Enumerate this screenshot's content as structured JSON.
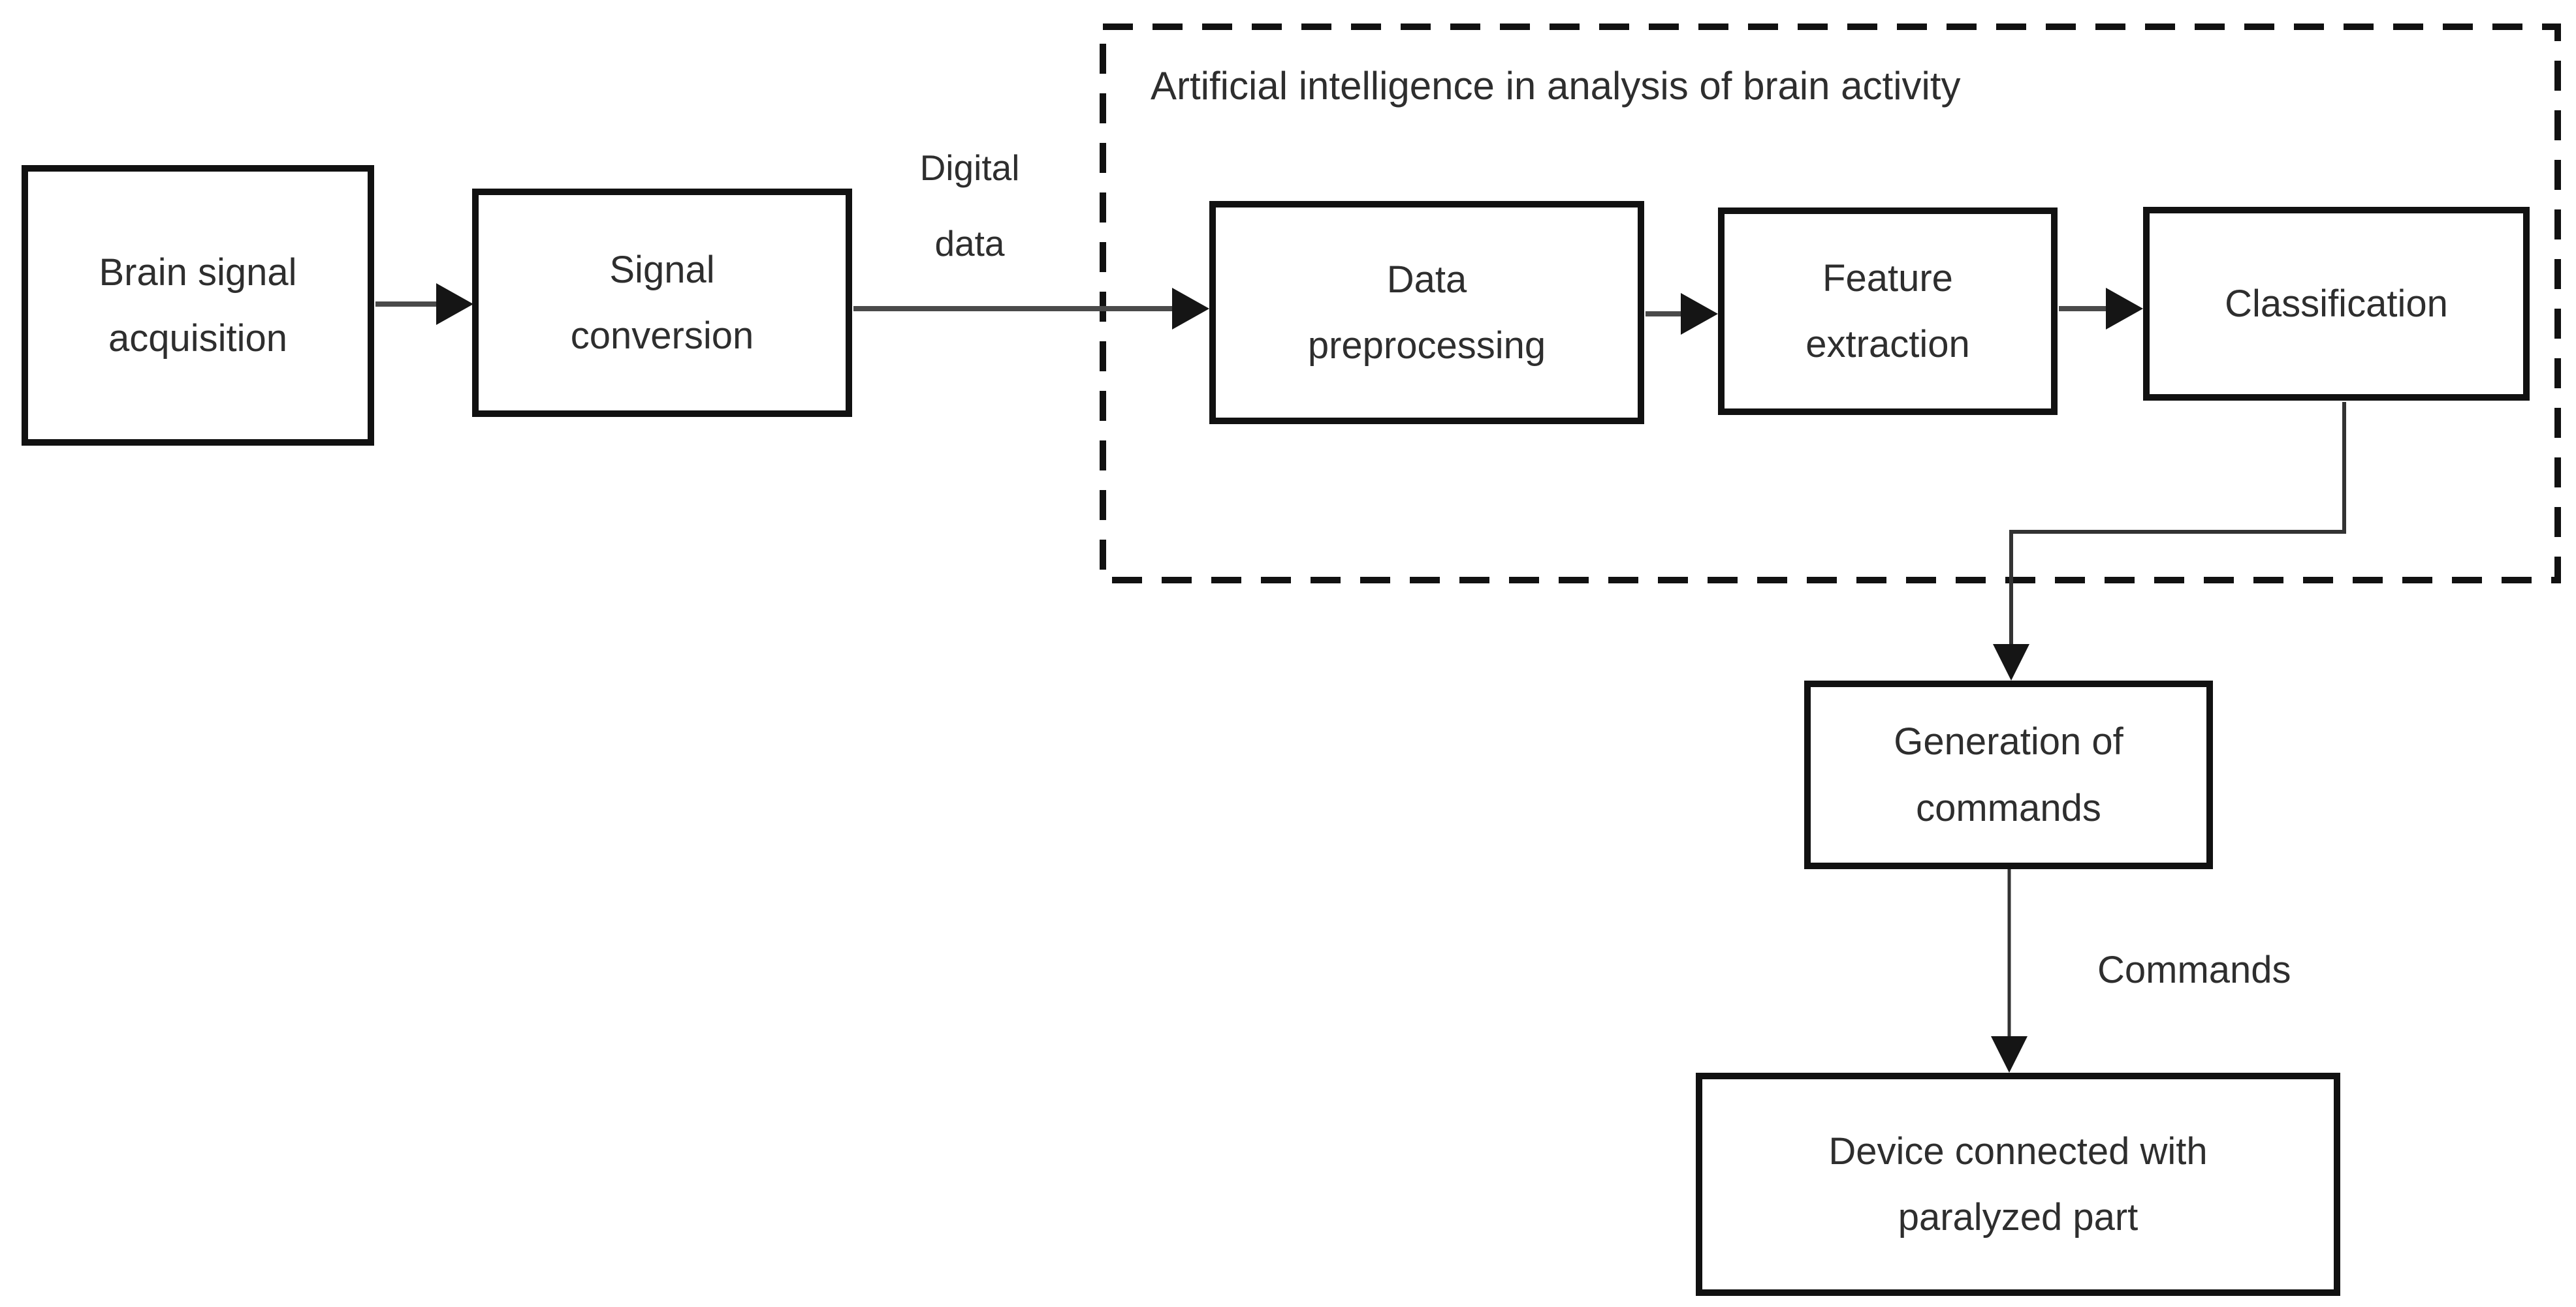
{
  "diagram": {
    "background": "#ffffff",
    "container": {
      "title": "Artificial intelligence in analysis of brain activity",
      "border_style": "dashed",
      "border_color": "#111111"
    },
    "boxes": [
      {
        "id": "brain-signal-acquisition",
        "label": "Brain signal acquisition"
      },
      {
        "id": "signal-conversion",
        "label": "Signal conversion"
      },
      {
        "id": "data-preprocessing",
        "label": "Data preprocessing"
      },
      {
        "id": "feature-extraction",
        "label": "Feature extraction"
      },
      {
        "id": "classification",
        "label": "Classification"
      },
      {
        "id": "generation-of-commands",
        "label": "Generation of commands"
      },
      {
        "id": "device-connected",
        "label": "Device connected with paralyzed part"
      }
    ],
    "edge_labels": [
      {
        "id": "digital-data",
        "label": "Digital data"
      },
      {
        "id": "commands",
        "label": "Commands"
      }
    ],
    "flow": [
      "Brain signal acquisition -> Signal conversion",
      "Signal conversion -> Data preprocessing (Digital data)",
      "Data preprocessing -> Feature extraction",
      "Feature extraction -> Classification",
      "Classification -> Generation of commands",
      "Generation of commands -> Device connected with paralyzed part (Commands)"
    ],
    "colors": {
      "line": "#3f3f3f",
      "arrowhead": "#151515",
      "box_border": "#111111",
      "text": "#2e2e2e"
    }
  }
}
